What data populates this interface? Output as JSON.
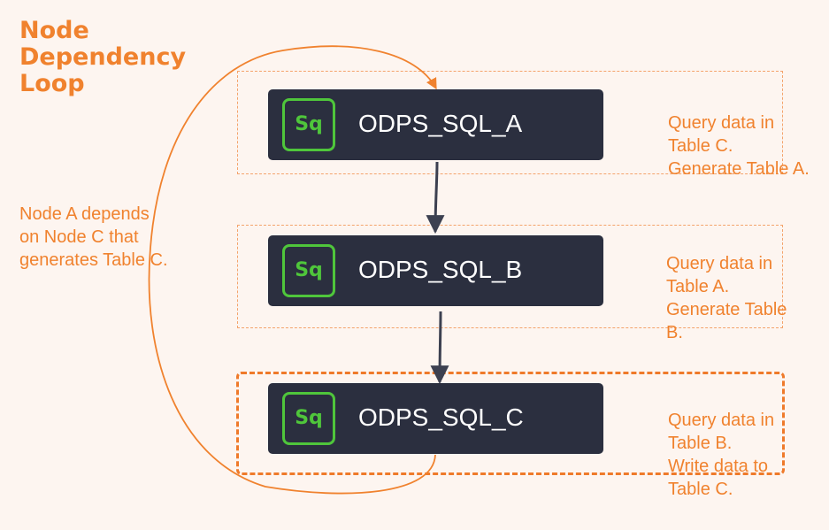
{
  "title": {
    "lines": [
      "Node",
      "Dependency",
      "Loop"
    ]
  },
  "loop_note": {
    "lines": [
      "Node A depends",
      "on Node C that",
      "generates Table C."
    ]
  },
  "nodes": [
    {
      "icon_label": "Sq",
      "name": "ODPS_SQL_A",
      "description": [
        "Query data in",
        "Table C.",
        "Generate Table A."
      ]
    },
    {
      "icon_label": "Sq",
      "name": "ODPS_SQL_B",
      "description": [
        "Query data in",
        "Table A.",
        "Generate Table",
        "B."
      ]
    },
    {
      "icon_label": "Sq",
      "name": "ODPS_SQL_C",
      "description": [
        "Query data in",
        "Table B.",
        "Write data to",
        "Table C."
      ]
    }
  ],
  "edges": [
    {
      "from": "ODPS_SQL_A",
      "to": "ODPS_SQL_B"
    },
    {
      "from": "ODPS_SQL_B",
      "to": "ODPS_SQL_C"
    },
    {
      "from": "ODPS_SQL_C",
      "to": "ODPS_SQL_A"
    }
  ],
  "colors": {
    "background": "#fdf5f0",
    "accent": "#f0822e",
    "node_fill": "#2b2f3f",
    "node_icon": "#4fc63b",
    "node_text": "#ffffff",
    "edge": "#3c4050"
  }
}
